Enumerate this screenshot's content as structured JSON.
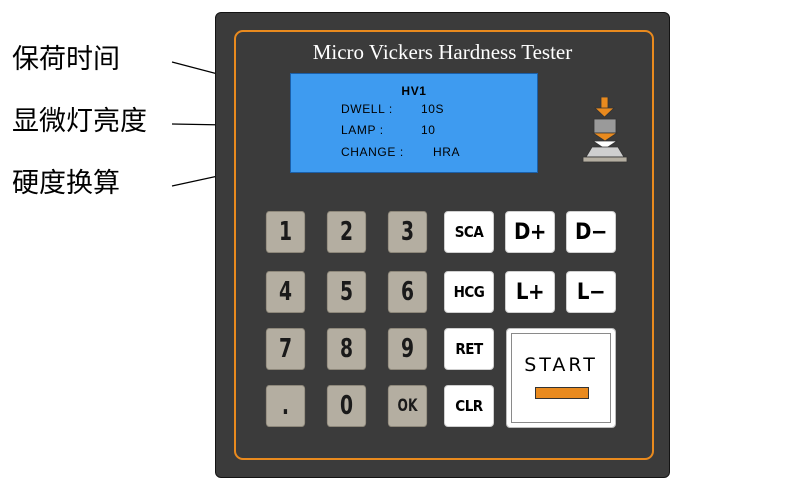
{
  "callouts": {
    "dwell_time": "保荷时间",
    "lamp_brightness": "显微灯亮度",
    "hardness_conversion": "硬度换算"
  },
  "panel": {
    "title": "Micro Vickers Hardness Tester",
    "accent_color": "#e98a1e",
    "panel_color": "#3b3b3b"
  },
  "lcd": {
    "background_color": "#3e9bf0",
    "header": "HV1",
    "rows": [
      {
        "label": "DWELL :",
        "value": "10S"
      },
      {
        "label": "LAMP :",
        "value": "10"
      },
      {
        "label": "CHANGE :",
        "value": "HRA"
      }
    ]
  },
  "indicator": {
    "icon": "indenter-icon"
  },
  "keypad": {
    "numbers": [
      "1",
      "2",
      "3",
      "4",
      "5",
      "6",
      "7",
      "8",
      "9",
      ".",
      "0",
      "OK"
    ],
    "functions": [
      "SCA",
      "HCG",
      "RET",
      "CLR"
    ],
    "adjust": [
      "D+",
      "D−",
      "L+",
      "L−"
    ],
    "start": "START"
  }
}
